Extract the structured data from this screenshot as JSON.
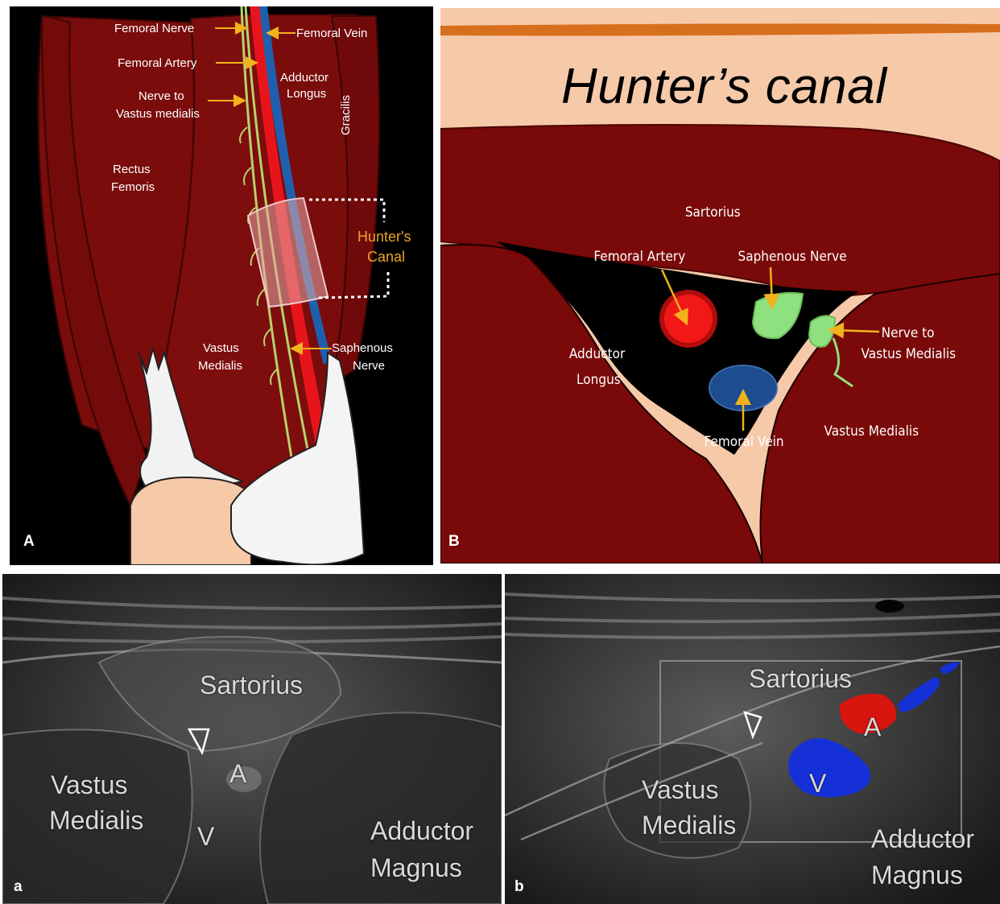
{
  "panel_a": {
    "letter": "A",
    "labels": {
      "femoral_nerve": "Femoral Nerve",
      "femoral_vein": "Femoral Vein",
      "femoral_artery": "Femoral Artery",
      "adductor_longus_line1": "Adductor",
      "adductor_longus_line2": "Longus",
      "nerve_to_vm_line1": "Nerve to",
      "nerve_to_vm_line2": "Vastus medialis",
      "gracilis": "Gracilis",
      "rectus_line1": "Rectus",
      "rectus_line2": "Femoris",
      "hunters_line1": "Hunter's",
      "hunters_line2": "Canal",
      "vastus_line1": "Vastus",
      "vastus_line2": "Medialis",
      "saphenous_line1": "Saphenous",
      "saphenous_line2": "Nerve"
    }
  },
  "panel_b": {
    "letter": "B",
    "title": "Hunter’s canal",
    "labels": {
      "sartorius": "Sartorius",
      "femoral_artery": "Femoral Artery",
      "saphenous_nerve": "Saphenous Nerve",
      "nerve_to_vm_line1": "Nerve to",
      "nerve_to_vm_line2": "Vastus Medialis",
      "adductor_longus_line1": "Adductor",
      "adductor_longus_line2": "Longus",
      "femoral_vein": "Femoral Vein",
      "vastus_medialis": "Vastus Medialis"
    }
  },
  "ultrasound_a": {
    "letter": "a",
    "labels": {
      "sartorius": "Sartorius",
      "artery": "A",
      "vein": "V",
      "vastus_line1": "Vastus",
      "vastus_line2": "Medialis",
      "adductor_line1": "Adductor",
      "adductor_line2": "Magnus"
    }
  },
  "ultrasound_b": {
    "letter": "b",
    "labels": {
      "sartorius": "Sartorius",
      "artery": "A",
      "vein": "V",
      "vastus_line1": "Vastus",
      "vastus_line2": "Medialis",
      "adductor_line1": "Adductor",
      "adductor_line2": "Magnus"
    }
  },
  "colors": {
    "muscle": "#7a0c0c",
    "artery": "#e8141c",
    "vein": "#1f5fae",
    "nerve": "#b5d36a",
    "arrow": "#f2b21c",
    "skin": "#f6c9a9",
    "doppler_artery": "#d8140f",
    "doppler_vein": "#1530d6"
  }
}
